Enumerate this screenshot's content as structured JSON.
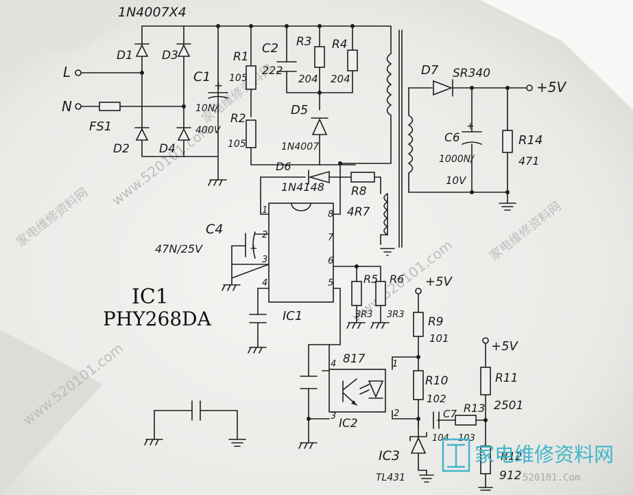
{
  "header": {
    "bridge_label": "1N4007X4"
  },
  "inputs": {
    "l": "L",
    "n": "N"
  },
  "components": {
    "fs1": "FS1",
    "d1": "D1",
    "d2": "D2",
    "d3": "D3",
    "d4": "D4",
    "c1": "C1",
    "c1_plus": "+",
    "c1_value_a": "10N/",
    "c1_value_b": "400V",
    "r1": "R1",
    "r1_value": "105",
    "r2": "R2",
    "r2_value": "105",
    "c2": "C2",
    "c2_value": "222",
    "r3": "R3",
    "r3_value": "204",
    "r4": "R4",
    "r4_value": "204",
    "d5": "D5",
    "d5_value": "1N4007",
    "d6": "D6",
    "d6_value": "1N4148",
    "r8": "R8",
    "r8_value": "4R7",
    "c4": "C4",
    "c4_value": "47N/25V",
    "c4_plus": "+",
    "r5": "R5",
    "r5_value": "3R3",
    "r6": "R6",
    "r6_value": "3R3",
    "r9": "R9",
    "r9_value": "101",
    "r10": "R10",
    "r10_value": "102",
    "r11": "R11",
    "r11_value": "2501",
    "r12": "R12",
    "r12_value": "912",
    "r13": "R13",
    "r13_value": "103",
    "c7": "C7",
    "c7_value": "104",
    "d7": "D7",
    "d7_value": "SR340",
    "c6": "C6",
    "c6_plus": "+",
    "c6_value_a": "1000N/",
    "c6_value_b": "10V",
    "r14": "R14",
    "r14_value": "471",
    "ic1": "IC1",
    "ic2": "IC2",
    "ic2_value": "817",
    "ic3": "IC3",
    "ic3_value": "TL431"
  },
  "pins": {
    "ic1": [
      "1",
      "2",
      "3",
      "4",
      "5",
      "6",
      "7",
      "8"
    ],
    "ic2": [
      "1",
      "2",
      "3",
      "4"
    ]
  },
  "rails": {
    "out": "+5V",
    "r9_supply": "+5V",
    "r11_supply": "+5V"
  },
  "caption": {
    "line1": "IC1",
    "line2": "PHY268DA"
  },
  "watermark": {
    "site": "www.520101.com",
    "brand_cn": "家电维修资料网",
    "logo_text": "家电维修资料网",
    "logo_sub": "520101.Com"
  },
  "colors": {
    "ink": "#1c1c1c",
    "paper": "#ececea",
    "logo": "#3fb6c9"
  }
}
